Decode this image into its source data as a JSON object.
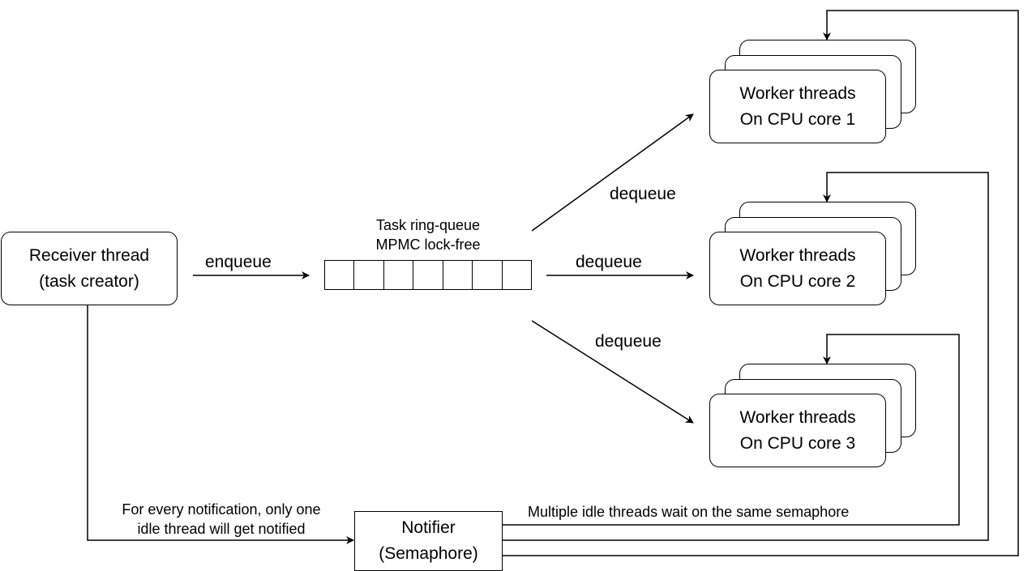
{
  "receiver": {
    "line1": "Receiver thread",
    "line2": "(task creator)"
  },
  "queue": {
    "line1": "Task ring-queue",
    "line2": "MPMC lock-free",
    "cells": 7
  },
  "workers": [
    {
      "line1": "Worker threads",
      "line2": "On CPU core 1"
    },
    {
      "line1": "Worker threads",
      "line2": "On CPU core 2"
    },
    {
      "line1": "Worker threads",
      "line2": "On CPU core 3"
    }
  ],
  "notifier": {
    "line1": "Notifier",
    "line2": "(Semaphore)"
  },
  "labels": {
    "enqueue": "enqueue",
    "dequeue_1": "dequeue",
    "dequeue_2": "dequeue",
    "dequeue_3": "dequeue",
    "notify_line1": "For every notification, only one",
    "notify_line2": "idle thread will get notified",
    "wait": "Multiple idle threads wait on the same semaphore"
  }
}
